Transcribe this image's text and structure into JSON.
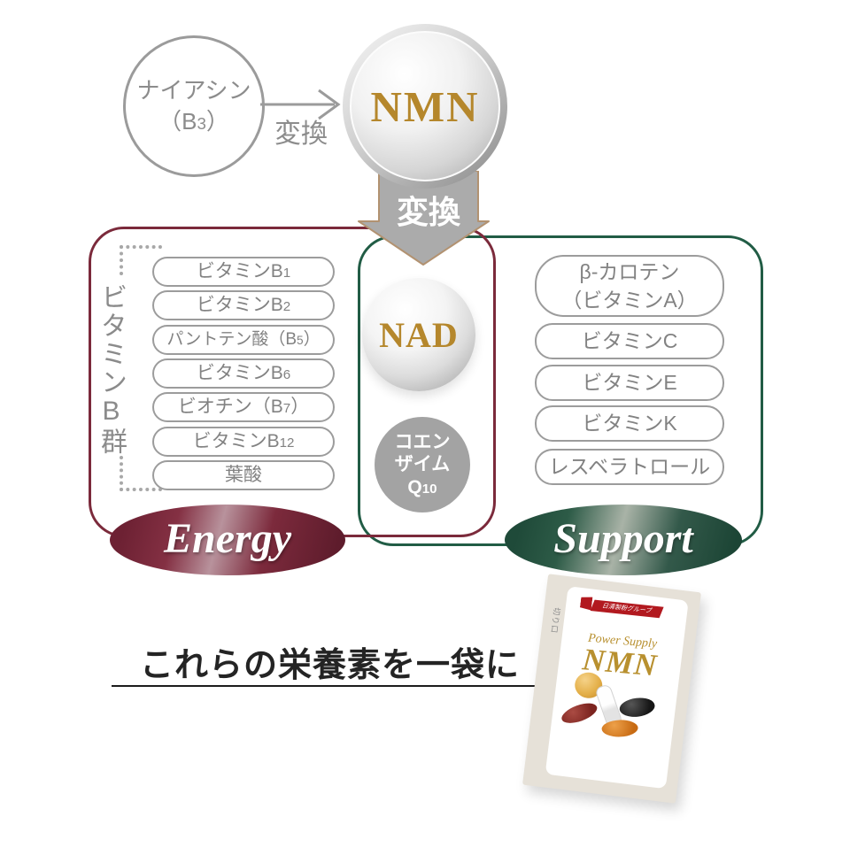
{
  "palette": {
    "energy_red": "#7b2a3b",
    "support_green": "#215c45",
    "gold": "#b5872c",
    "gray_text": "#8c8c8c",
    "arrow_gray": "#ababab",
    "arrow_edge_tan": "#b29271",
    "package_red": "#b2191f",
    "package_gold": "#b8902f"
  },
  "flow": {
    "niacin_line1": "ナイアシン",
    "niacin_b_prefix": "（B",
    "niacin_b_sub": "3",
    "niacin_b_suffix": "）",
    "convert_right_label": "変換",
    "nmn_label": "NMN",
    "convert_down_label": "変換",
    "nad_label": "NAD",
    "coq10_line1": "コエン",
    "coq10_line2": "ザイム",
    "coq10_q": "Q",
    "coq10_q_sub": "10"
  },
  "energy_group": {
    "vertical_label": "ビタミンB群",
    "badge": "Energy",
    "pills": [
      {
        "main": "ビタミンB",
        "sub": "1"
      },
      {
        "main": "ビタミンB",
        "sub": "2"
      },
      {
        "main": "パントテン酸（B",
        "sub": "5",
        "tail": "）"
      },
      {
        "main": "ビタミンB",
        "sub": "6"
      },
      {
        "main": "ビオチン（B",
        "sub": "7",
        "tail": "）"
      },
      {
        "main": "ビタミンB",
        "sub": "12"
      },
      {
        "main": "葉酸"
      }
    ]
  },
  "support_group": {
    "badge": "Support",
    "pills": [
      {
        "line1": "β-カロテン",
        "line2": "（ビタミンA）"
      },
      {
        "main": "ビタミンC"
      },
      {
        "main": "ビタミンE"
      },
      {
        "main": "ビタミンK"
      },
      {
        "main": "レスベラトロール"
      }
    ]
  },
  "footer": {
    "headline": "これらの栄養素を一袋に"
  },
  "package": {
    "brand": "日清製粉グループ",
    "cut_label": "切り口",
    "product_line1": "Power Supply",
    "product_line2": "NMN"
  }
}
